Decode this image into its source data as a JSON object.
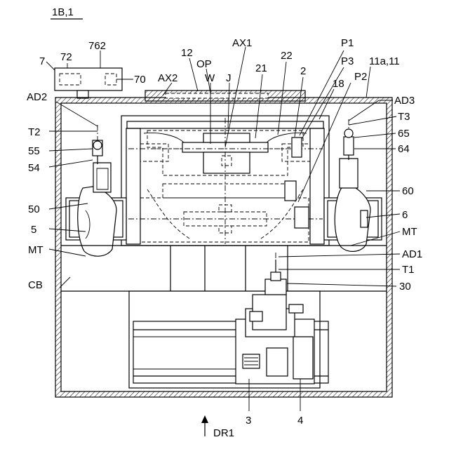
{
  "figure_title": "1B,1",
  "labels": {
    "l762": "762",
    "l72": "72",
    "l7": "7",
    "l70": "70",
    "l12": "12",
    "lOP": "OP",
    "lAX1": "AX1",
    "lAX2": "AX2",
    "lW": "W",
    "lJ": "J",
    "l21": "21",
    "l22": "22",
    "l2": "2",
    "lP1": "P1",
    "lP3": "P3",
    "lP2": "P2",
    "l18": "18",
    "l11a": "11a,11",
    "lAD2": "AD2",
    "lT2": "T2",
    "l55": "55",
    "l54": "54",
    "l50": "50",
    "l5": "5",
    "lMTl": "MT",
    "lCB": "CB",
    "lAD3": "AD3",
    "lT3": "T3",
    "l65": "65",
    "l64": "64",
    "l60": "60",
    "l6": "6",
    "lMTr": "MT",
    "lAD1": "AD1",
    "lT1": "T1",
    "l30": "30",
    "l3": "3",
    "l4": "4",
    "lDR1": "DR1"
  }
}
